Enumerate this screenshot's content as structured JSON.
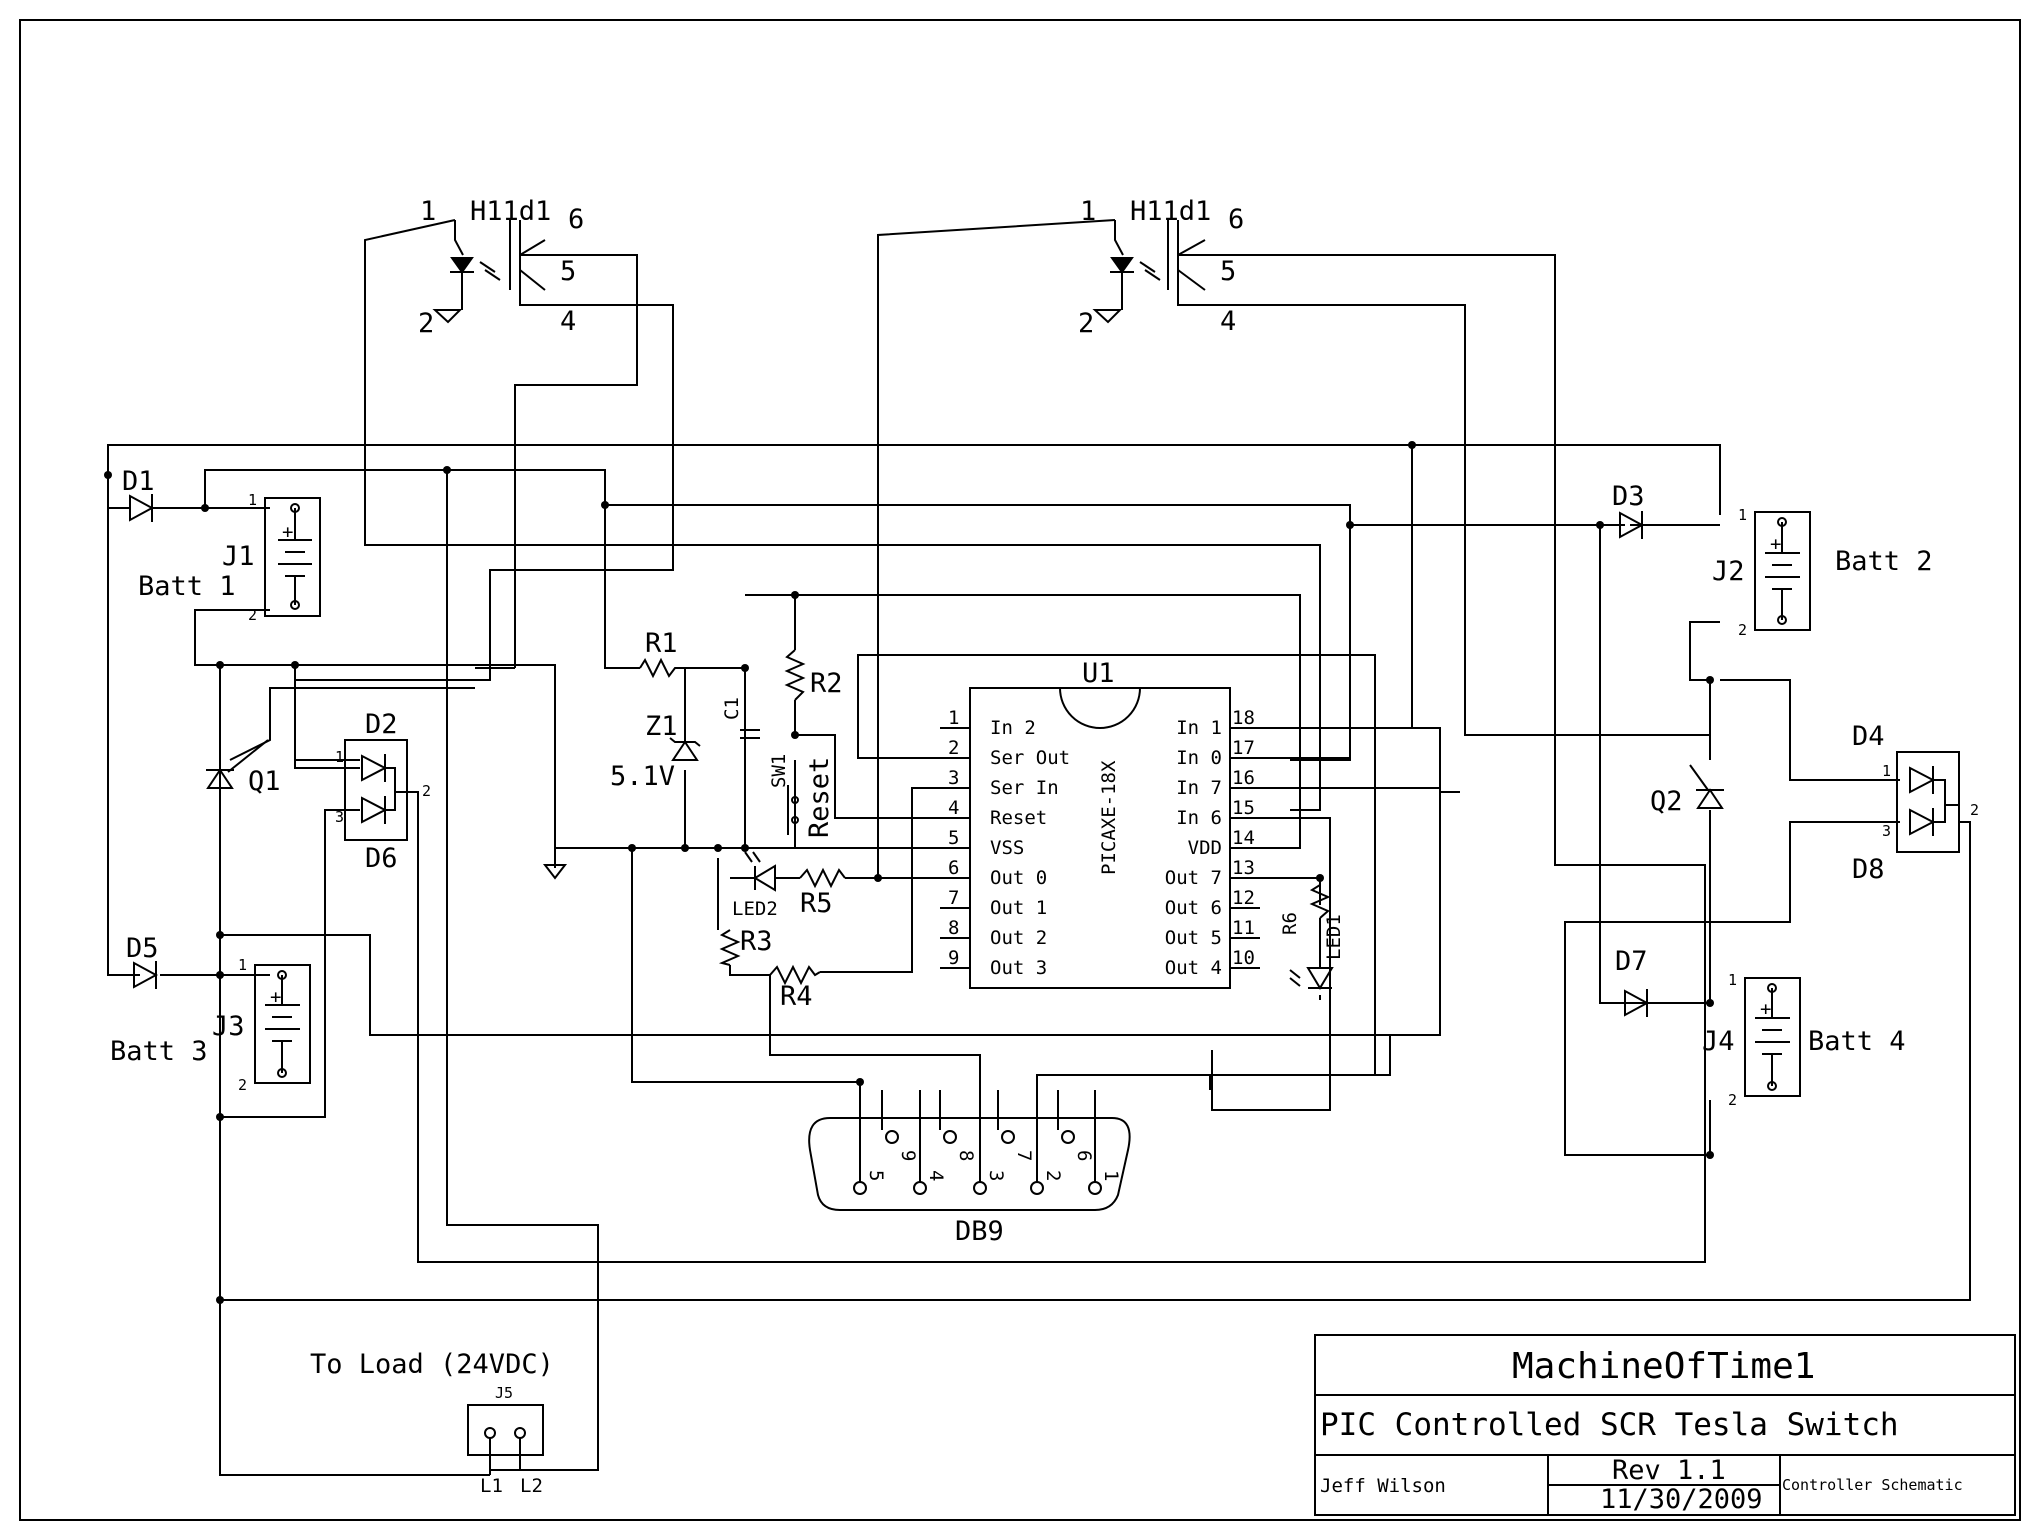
{
  "optocouplers": [
    {
      "part": "H11d1",
      "pin1": "1",
      "pin2": "2",
      "pin4": "4",
      "pin5": "5",
      "pin6": "6"
    },
    {
      "part": "H11d1",
      "pin1": "1",
      "pin2": "2",
      "pin4": "4",
      "pin5": "5",
      "pin6": "6"
    }
  ],
  "diodes": {
    "d1": "D1",
    "d3": "D3",
    "d5": "D5",
    "d7": "D7"
  },
  "batteries": [
    {
      "ref": "J1",
      "name": "Batt 1",
      "pin1": "1",
      "pin2": "2"
    },
    {
      "ref": "J2",
      "name": "Batt 2",
      "pin1": "1",
      "pin2": "2"
    },
    {
      "ref": "J3",
      "name": "Batt 3",
      "pin1": "1",
      "pin2": "2"
    },
    {
      "ref": "J4",
      "name": "Batt 4",
      "pin1": "1",
      "pin2": "2"
    }
  ],
  "dual_diodes": [
    {
      "top": "D2",
      "bottom": "D6",
      "p1": "1",
      "p2": "2",
      "p3": "3"
    },
    {
      "top": "D4",
      "bottom": "D8",
      "p1": "1",
      "p2": "2",
      "p3": "3"
    }
  ],
  "scrs": {
    "q1": "Q1",
    "q2": "Q2"
  },
  "resistors": {
    "r1": "R1",
    "r2": "R2",
    "r3": "R3",
    "r4": "R4",
    "r5": "R5",
    "r6": "R6"
  },
  "zener": {
    "ref": "Z1",
    "value": "5.1V"
  },
  "cap": "C1",
  "switch": {
    "ref": "SW1",
    "label": "Reset"
  },
  "leds": {
    "led1": "LED1",
    "led2": "LED2"
  },
  "ic": {
    "ref": "U1",
    "part": "PICAXE-18X",
    "left_pins": [
      {
        "num": "1",
        "name": "In 2"
      },
      {
        "num": "2",
        "name": "Ser Out"
      },
      {
        "num": "3",
        "name": "Ser In"
      },
      {
        "num": "4",
        "name": "Reset"
      },
      {
        "num": "5",
        "name": "VSS"
      },
      {
        "num": "6",
        "name": "Out 0"
      },
      {
        "num": "7",
        "name": "Out 1"
      },
      {
        "num": "8",
        "name": "Out 2"
      },
      {
        "num": "9",
        "name": "Out 3"
      }
    ],
    "right_pins": [
      {
        "num": "18",
        "name": "In 1"
      },
      {
        "num": "17",
        "name": "In 0"
      },
      {
        "num": "16",
        "name": "In 7"
      },
      {
        "num": "15",
        "name": "In 6"
      },
      {
        "num": "14",
        "name": "VDD"
      },
      {
        "num": "13",
        "name": "Out 7"
      },
      {
        "num": "12",
        "name": "Out 6"
      },
      {
        "num": "11",
        "name": "Out 5"
      },
      {
        "num": "10",
        "name": "Out 4"
      }
    ]
  },
  "db9": {
    "label": "DB9",
    "top_pins": [
      "9",
      "8",
      "7",
      "6"
    ],
    "bottom_pins": [
      "5",
      "4",
      "3",
      "2",
      "1"
    ]
  },
  "load": {
    "label": "To Load (24VDC)",
    "ref": "J5",
    "l1": "L1",
    "l2": "L2"
  },
  "title_block": {
    "project": "MachineOfTime1",
    "title": "PIC Controlled SCR Tesla Switch",
    "author": "Jeff Wilson",
    "rev": "Rev 1.1",
    "date": "11/30/2009",
    "sheet": "Controller Schematic"
  }
}
